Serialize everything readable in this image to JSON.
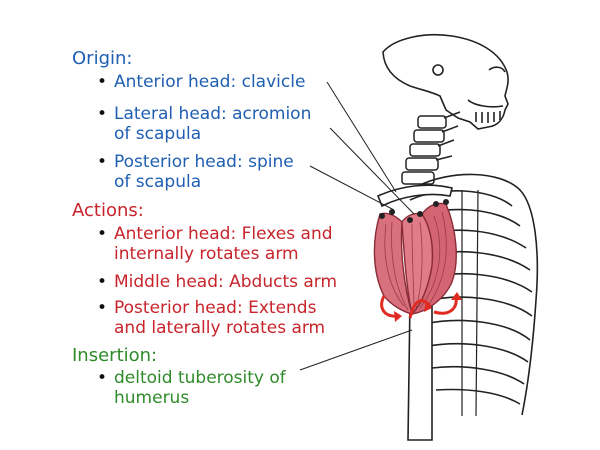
{
  "sections": {
    "origin": {
      "heading": "Origin:",
      "color": "#1f5fb3",
      "items": [
        [
          "Anterior head: clavicle"
        ],
        [
          "Lateral head: acromion",
          "of scapula"
        ],
        [
          "Posterior head: spine",
          "of scapula"
        ]
      ]
    },
    "actions": {
      "heading": "Actions:",
      "color": "#c8242b",
      "items": [
        [
          "Anterior head: Flexes and",
          "internally rotates arm"
        ],
        [
          "Middle head: Abducts arm"
        ],
        [
          "Posterior head: Extends",
          "and laterally rotates arm"
        ]
      ]
    },
    "insertion": {
      "heading": "Insertion:",
      "color": "#2f8b2a",
      "items": [
        [
          "deltoid tuberosity of",
          "humerus"
        ]
      ]
    }
  },
  "colors": {
    "muscle": "#d9707d",
    "arrow": "#e02b22",
    "bone_fill": "#ffffff",
    "bone_stroke": "#222222"
  }
}
